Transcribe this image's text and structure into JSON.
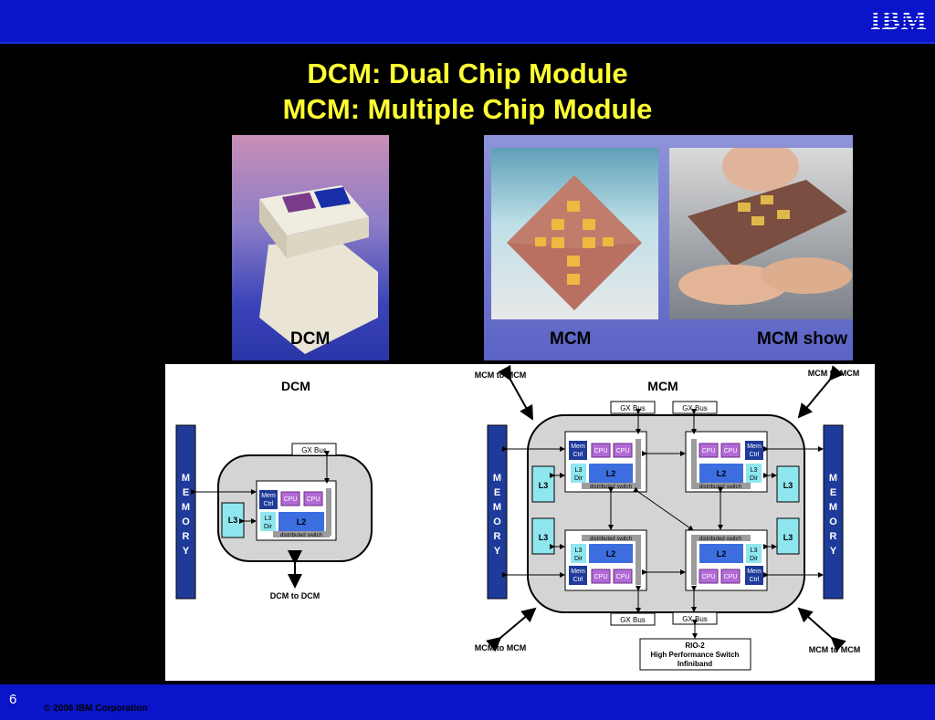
{
  "header": {
    "logo": "IBM",
    "title_line1": "DCM: Dual Chip Module",
    "title_line2": "MCM: Multiple Chip Module"
  },
  "photos": {
    "dcm_caption": "DCM",
    "mcm_caption": "MCM",
    "mcm_shown_caption": "MCM show"
  },
  "dcm": {
    "title": "DCM",
    "memory_label": "MEMORY",
    "memory_letters": [
      "M",
      "E",
      "M",
      "O",
      "R",
      "Y"
    ],
    "l3": "L3",
    "gx_bus": "GX Bus",
    "mem_ctrl": [
      "Mem",
      "Ctrl"
    ],
    "l3_dir": [
      "L3",
      "Dir"
    ],
    "cpu": "CPU",
    "l2": "L2",
    "switch": "distributed switch",
    "dcm_to_dcm": "DCM to DCM"
  },
  "mcm": {
    "title": "MCM",
    "memory_letters": [
      "M",
      "E",
      "M",
      "O",
      "R",
      "Y"
    ],
    "l3": "L3",
    "mcm_to_mcm": "MCM to MCM",
    "gx_bus": "GX Bus",
    "mem_ctrl": [
      "Mem",
      "Ctrl"
    ],
    "l3_dir": [
      "L3",
      "Dir"
    ],
    "cpu": "CPU",
    "l2": "L2",
    "switch": "distributed switch",
    "rio": [
      "RIO-2",
      "High Performance Switch",
      "Infiniband"
    ]
  },
  "footer": {
    "page": "6",
    "copyright": "© 2006  IBM Corporation"
  },
  "colors": {
    "bar_blue": "#0a14c8",
    "title_yellow": "#ffff33",
    "memory_blue": "#1f3b9a",
    "l3_cyan": "#8fe6ef",
    "cpu_purple": "#b36bd6",
    "l2_blue": "#3c6ee0",
    "memctrl_navy": "#1f3b9a",
    "module_gray": "#d4d4d4"
  }
}
